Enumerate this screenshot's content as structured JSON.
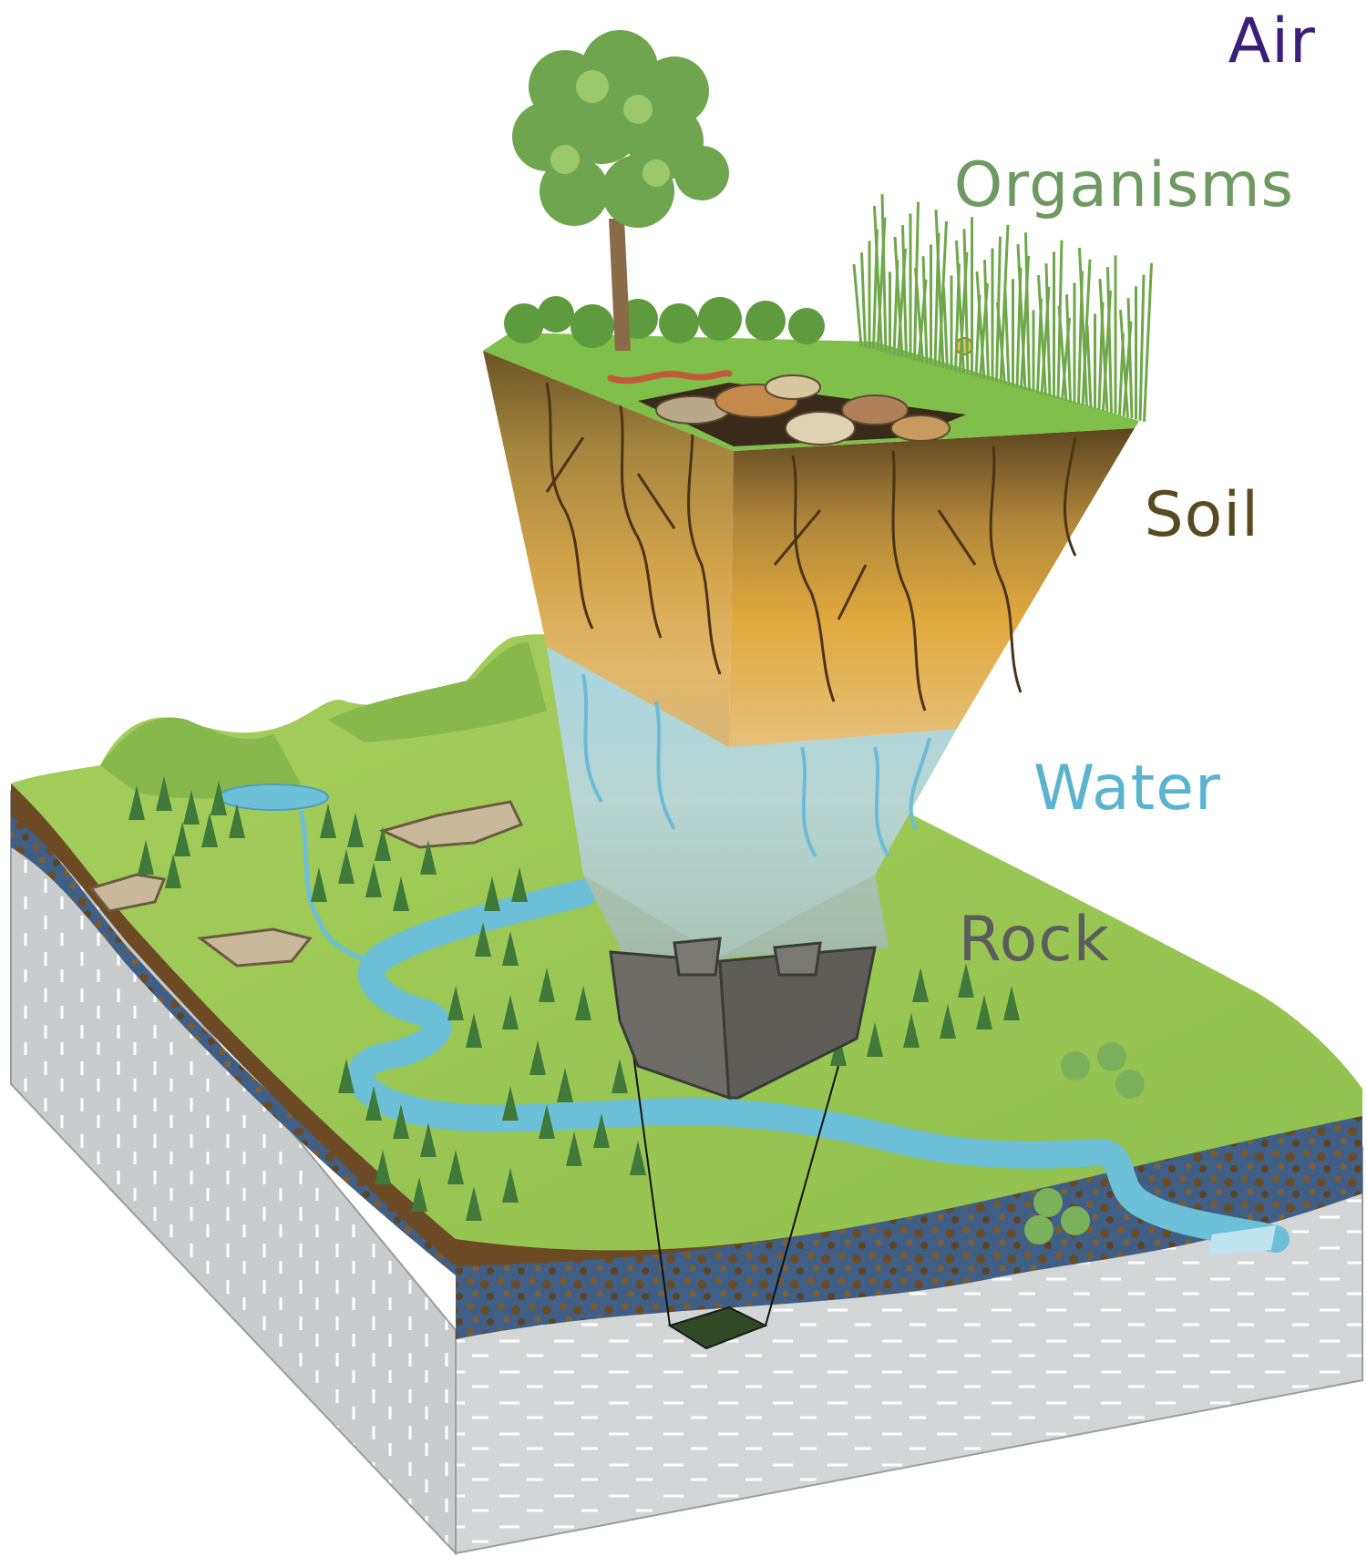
{
  "labels": {
    "air": "Air",
    "organisms": "Organisms",
    "soil": "Soil",
    "water": "Water",
    "rock": "Rock"
  },
  "colors": {
    "air": "#3a1f7a",
    "organisms": "#6e9960",
    "soil": "#5a4a22",
    "water": "#5bb4cf",
    "rock": "#5c5c5c",
    "grass": "#9ccb55",
    "river": "#6cc0d8",
    "bedrock": "#cfd2d2",
    "topsoil": "#6b4a24",
    "tree": "#3f7a3a"
  },
  "icons": [
    "tree-icon",
    "earthworm-icon",
    "leaf-litter-icon",
    "snail-icon",
    "conifer-icon",
    "deciduous-tree-icon",
    "boulder-icon",
    "soil-pit-icon"
  ]
}
